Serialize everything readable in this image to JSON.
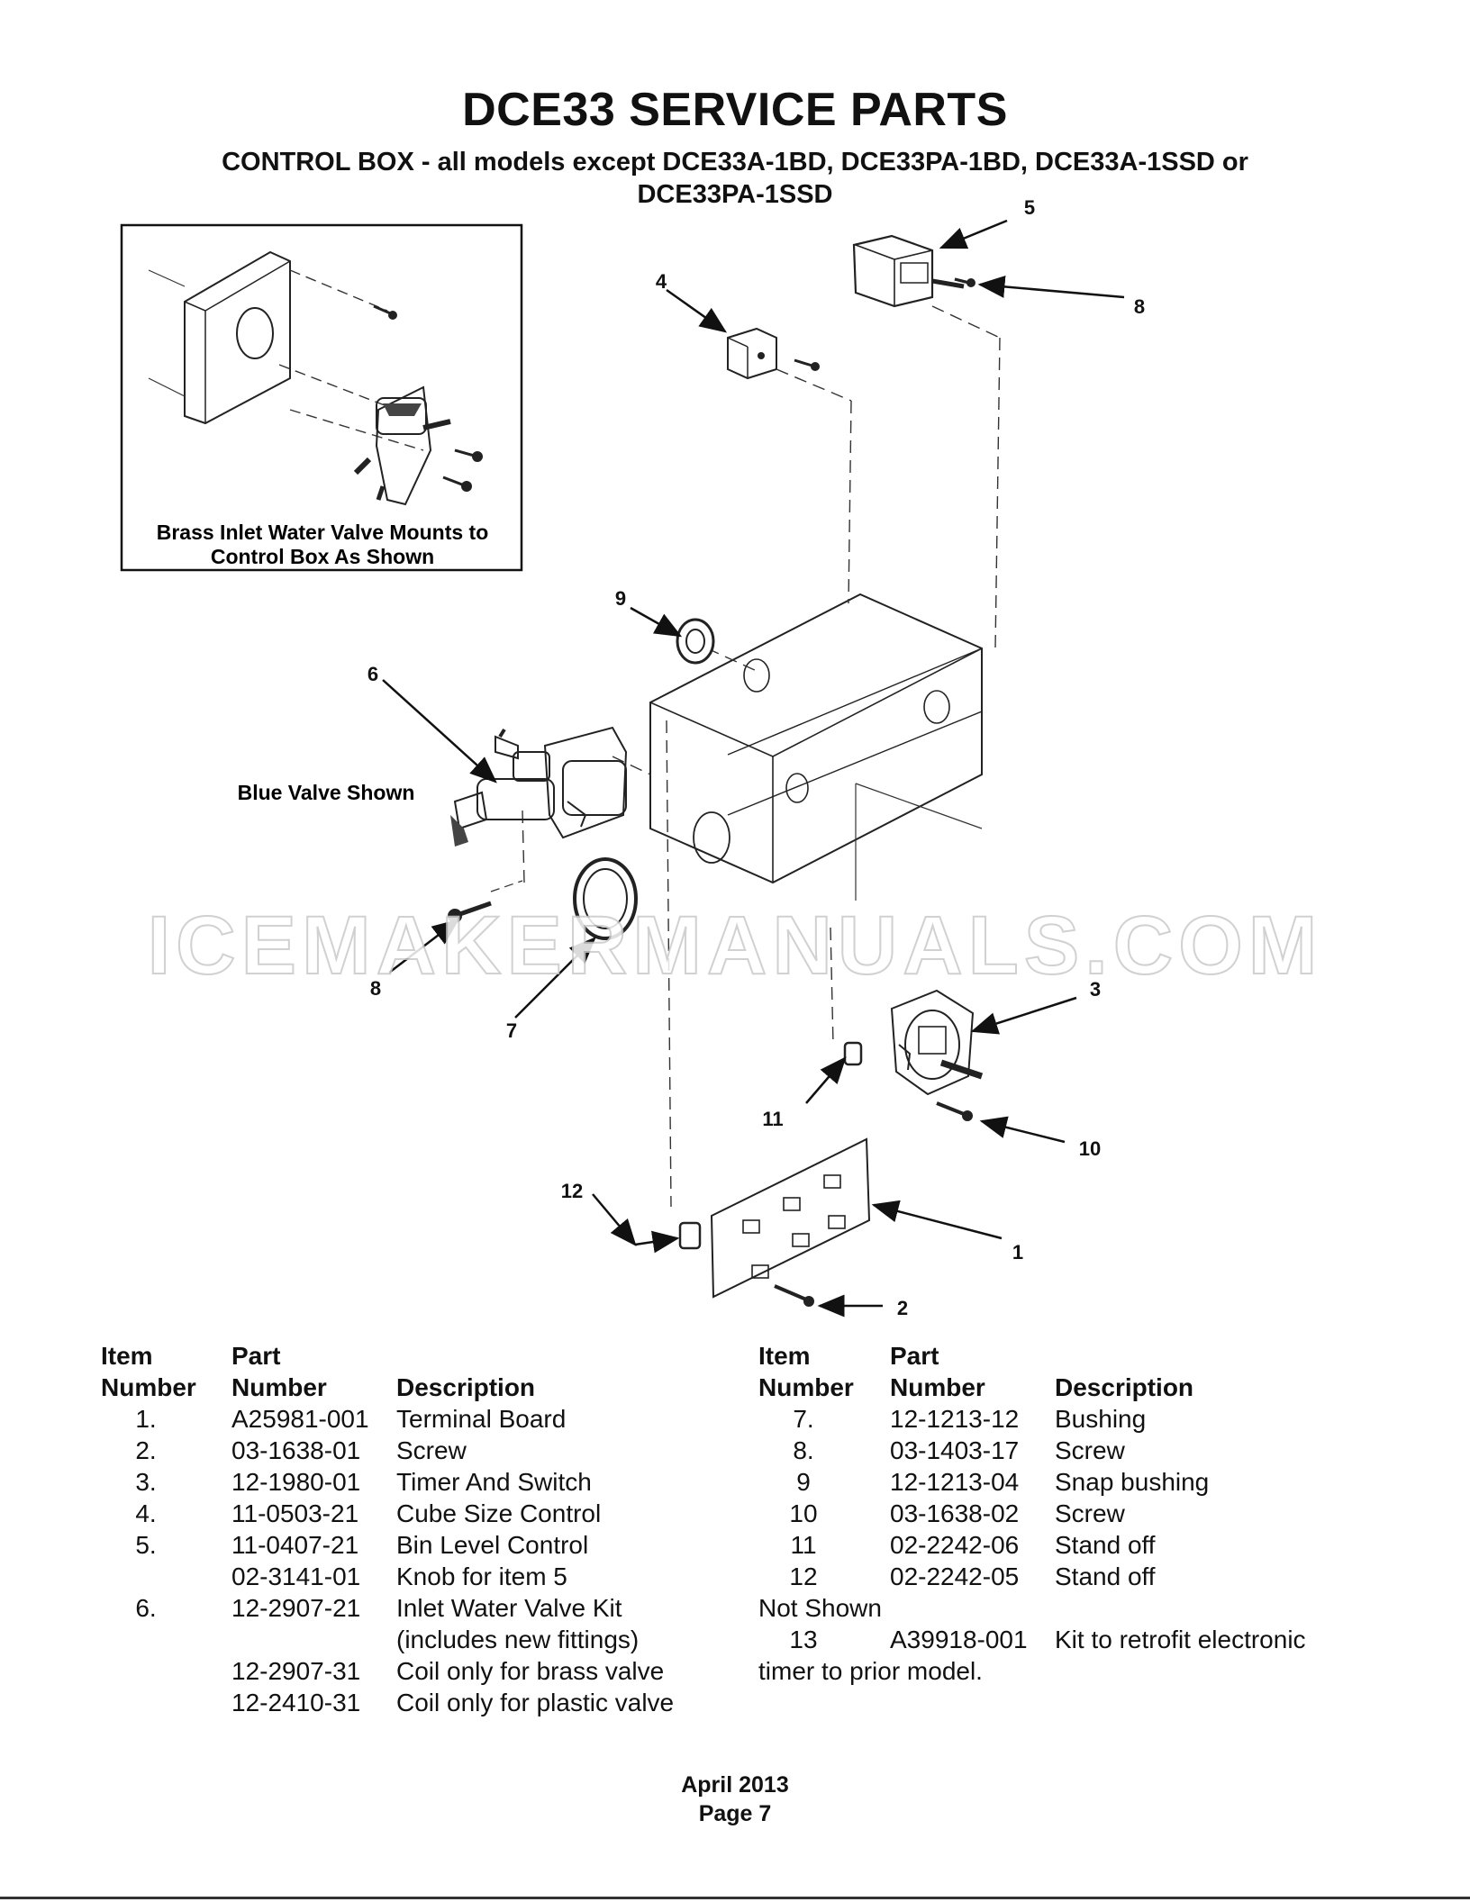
{
  "page": {
    "title": "DCE33 SERVICE PARTS",
    "subtitle": "CONTROL BOX - all models except DCE33A-1BD, DCE33PA-1BD, DCE33A-1SSD or DCE33PA-1SSD"
  },
  "diagram": {
    "inset_caption_line1": "Brass Inlet Water Valve Mounts to",
    "inset_caption_line2": "Control Box As Shown",
    "note_blue_valve": "Blue Valve Shown",
    "callouts": {
      "c1": "1",
      "c2": "2",
      "c3": "3",
      "c4": "4",
      "c5": "5",
      "c6": "6",
      "c7": "7",
      "c8a": "8",
      "c8b": "8",
      "c9": "9",
      "c10": "10",
      "c11": "11",
      "c12": "12"
    },
    "watermark": "ICEMAKERMANUALS.COM"
  },
  "parts_table": {
    "headers": {
      "item_line1": "Item",
      "item_line2": "Number",
      "part_line1": "Part",
      "part_line2": "Number",
      "description": "Description"
    },
    "left_rows": [
      {
        "item": "1.",
        "part": "A25981-001",
        "description": "Terminal Board"
      },
      {
        "item": "2.",
        "part": "03-1638-01",
        "description": "Screw"
      },
      {
        "item": "3.",
        "part": "12-1980-01",
        "description": "Timer And Switch"
      },
      {
        "item": "4.",
        "part": "11-0503-21",
        "description": "Cube Size Control"
      },
      {
        "item": "5.",
        "part": "11-0407-21",
        "description": "Bin Level Control"
      },
      {
        "item": "",
        "part": "02-3141-01",
        "description": "Knob for item 5"
      },
      {
        "item": "6.",
        "part": "12-2907-21",
        "description": "Inlet Water Valve Kit"
      },
      {
        "item": "",
        "part": "",
        "description": "(includes new fittings)"
      },
      {
        "item": "",
        "part": "12-2907-31",
        "description": "Coil only for brass valve"
      },
      {
        "item": "",
        "part": "12-2410-31",
        "description": "Coil only for plastic valve"
      }
    ],
    "right_rows": [
      {
        "item": "7.",
        "part": "12-1213-12",
        "description": "Bushing"
      },
      {
        "item": "8.",
        "part": "03-1403-17",
        "description": "Screw"
      },
      {
        "item": "9",
        "part": "12-1213-04",
        "description": "Snap bushing"
      },
      {
        "item": "10",
        "part": "03-1638-02",
        "description": "Screw"
      },
      {
        "item": "11",
        "part": "02-2242-06",
        "description": "Stand off"
      },
      {
        "item": "12",
        "part": "02-2242-05",
        "description": "Stand off"
      }
    ],
    "not_shown_label": "Not Shown",
    "not_shown_row": {
      "item": "13",
      "part": "A39918-001",
      "description": "Kit to retrofit electronic"
    },
    "not_shown_continuation": "timer to prior model."
  },
  "footer": {
    "date": "April 2013",
    "page": "Page 7"
  }
}
